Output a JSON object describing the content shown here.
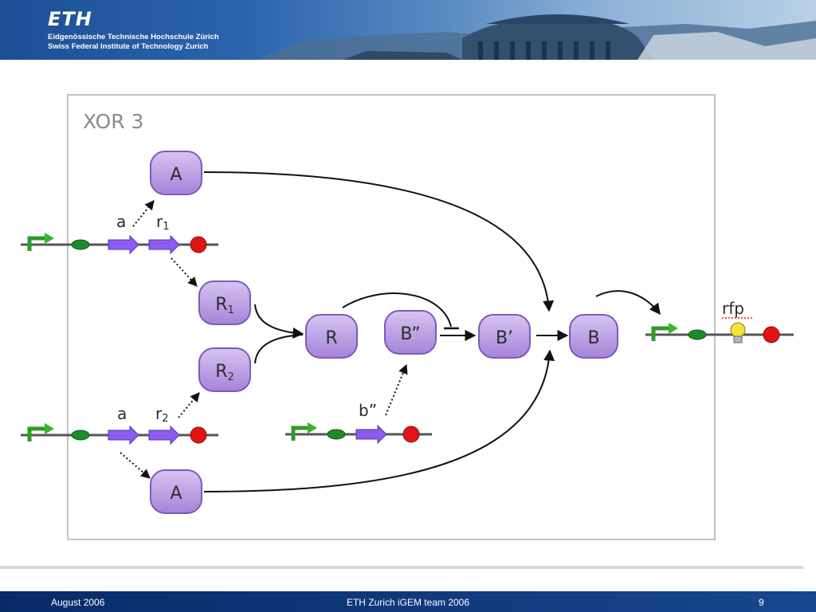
{
  "header": {
    "logo": "ETH",
    "line1": "Eidgenössische Technische Hochschule Zürich",
    "line2": "Swiss Federal Institute of Technology Zurich"
  },
  "slide": {
    "title": "XOR 3"
  },
  "nodes": {
    "a_top": "A",
    "r1_main": "R",
    "r1_sub": "1",
    "r2_main": "R",
    "r2_sub": "2",
    "a_bottom": "A",
    "r": "R",
    "b_double": "B”",
    "b_prime": "B’",
    "b": "B"
  },
  "gene_labels": {
    "top_a": "a",
    "top_r_main": "r",
    "top_r_sub": "1",
    "bottom_a": "a",
    "bottom_r_main": "r",
    "bottom_r_sub": "2",
    "mid_b": "b”",
    "right_rfp": "rfp"
  },
  "footer": {
    "date": "August 2006",
    "team": "ETH Zurich iGEM team 2006",
    "page": "9"
  },
  "colors": {
    "node_fill": "#b79be0",
    "node_stroke": "#7d5ab8",
    "gene_arrow": "#8b5cf0",
    "promoter": "#37b52e",
    "rbs": "#1f8a2a",
    "terminator": "#e01515",
    "reporter_bulb": "#f2e23a",
    "footer_bg": "#0c3272"
  }
}
